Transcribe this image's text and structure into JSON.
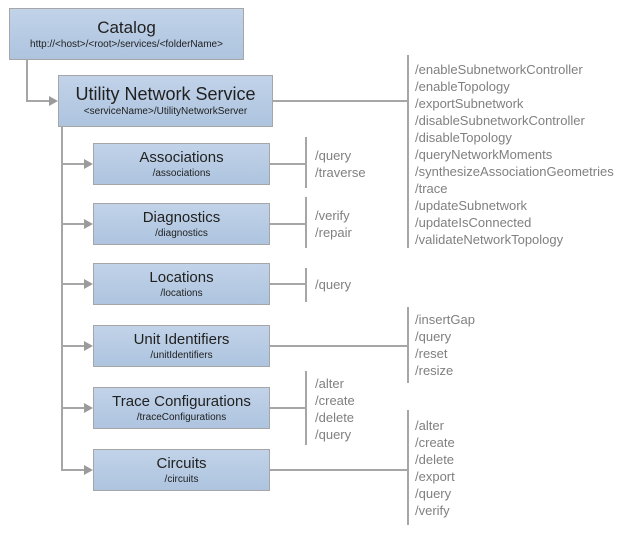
{
  "diagram": {
    "catalog": {
      "title": "Catalog",
      "subtitle": "http://<host>/<root>/services/<folderName>"
    },
    "service": {
      "title": "Utility Network Service",
      "subtitle": "<serviceName>/UtilityNetworkServer",
      "operations": [
        "/enableSubnetworkController",
        "/enableTopology",
        "/exportSubnetwork",
        "/disableSubnetworkController",
        "/disableTopology",
        "/queryNetworkMoments",
        "/synthesizeAssociationGeometries",
        "/trace",
        "/updateSubnetwork",
        "/updateIsConnected",
        "/validateNetworkTopology"
      ]
    },
    "resources": [
      {
        "title": "Associations",
        "subtitle": "/associations",
        "operations": [
          "/query",
          "/traverse"
        ]
      },
      {
        "title": "Diagnostics",
        "subtitle": "/diagnostics",
        "operations": [
          "/verify",
          "/repair"
        ]
      },
      {
        "title": "Locations",
        "subtitle": "/locations",
        "operations": [
          "/query"
        ]
      },
      {
        "title": "Unit Identifiers",
        "subtitle": "/unitIdentifiers",
        "operations": [
          "/insertGap",
          "/query",
          "/reset",
          "/resize"
        ]
      },
      {
        "title": "Trace Configurations",
        "subtitle": "/traceConfigurations",
        "operations": [
          "/alter",
          "/create",
          "/delete",
          "/query"
        ]
      },
      {
        "title": "Circuits",
        "subtitle": "/circuits",
        "operations": [
          "/alter",
          "/create",
          "/delete",
          "/export",
          "/query",
          "/verify"
        ]
      }
    ],
    "colors": {
      "box_fill": "#b8cce4",
      "box_border": "#a6a6a6",
      "connector": "#a6a6a6",
      "operation_text": "#808080",
      "title_text": "#212121"
    }
  }
}
